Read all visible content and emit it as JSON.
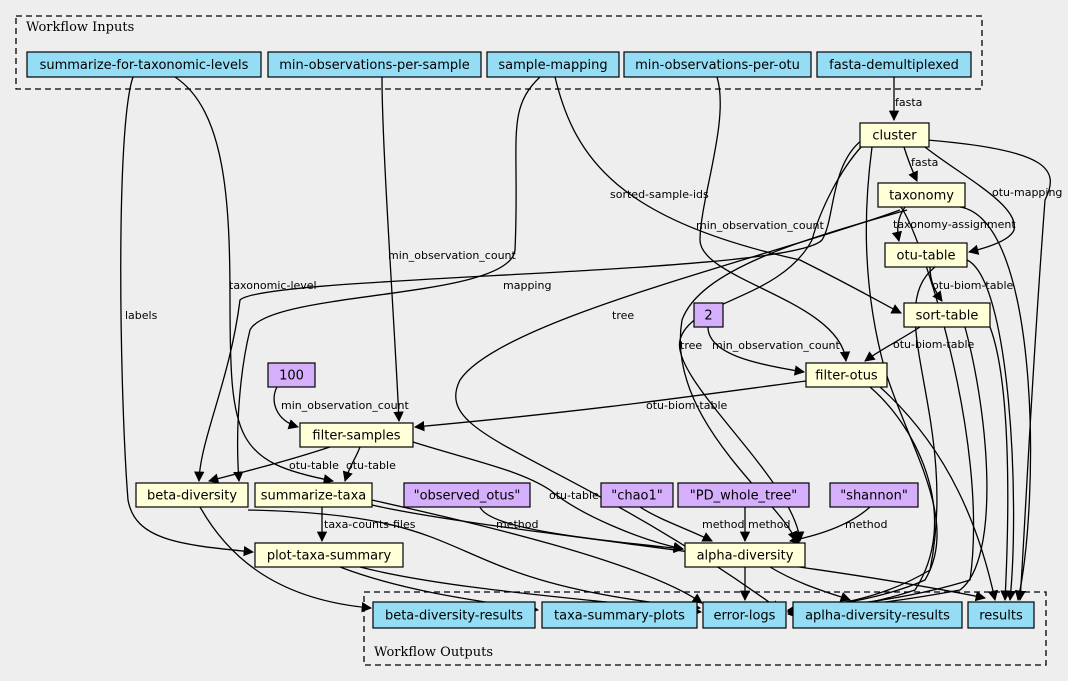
{
  "colors": {
    "background": "#eeeeee",
    "input_output": "#94ddf4",
    "step": "#ffffd8",
    "constant": "#d5aefc"
  },
  "clusters": {
    "inputs": {
      "label": "Workflow Inputs"
    },
    "outputs": {
      "label": "Workflow Outputs"
    }
  },
  "nodes": {
    "summarize_for_taxonomic_levels": {
      "label": "summarize-for-taxonomic-levels",
      "kind": "input"
    },
    "min_observations_per_sample": {
      "label": "min-observations-per-sample",
      "kind": "input"
    },
    "sample_mapping": {
      "label": "sample-mapping",
      "kind": "input"
    },
    "min_observations_per_otu": {
      "label": "min-observations-per-otu",
      "kind": "input"
    },
    "fasta_demultiplexed": {
      "label": "fasta-demultiplexed",
      "kind": "input"
    },
    "cluster": {
      "label": "cluster",
      "kind": "step"
    },
    "taxonomy": {
      "label": "taxonomy",
      "kind": "step"
    },
    "otu_table": {
      "label": "otu-table",
      "kind": "step"
    },
    "sort_table": {
      "label": "sort-table",
      "kind": "step"
    },
    "const_2": {
      "label": "2",
      "kind": "constant"
    },
    "filter_otus": {
      "label": "filter-otus",
      "kind": "step"
    },
    "const_100": {
      "label": "100",
      "kind": "constant"
    },
    "filter_samples": {
      "label": "filter-samples",
      "kind": "step"
    },
    "beta_diversity": {
      "label": "beta-diversity",
      "kind": "step"
    },
    "summarize_taxa": {
      "label": "summarize-taxa",
      "kind": "step"
    },
    "observed_otus": {
      "label": "\"observed_otus\"",
      "kind": "constant"
    },
    "chao1": {
      "label": "\"chao1\"",
      "kind": "constant"
    },
    "pd_whole_tree": {
      "label": "\"PD_whole_tree\"",
      "kind": "constant"
    },
    "shannon": {
      "label": "\"shannon\"",
      "kind": "constant"
    },
    "plot_taxa_summary": {
      "label": "plot-taxa-summary",
      "kind": "step"
    },
    "alpha_diversity": {
      "label": "alpha-diversity",
      "kind": "step"
    },
    "beta_diversity_results": {
      "label": "beta-diversity-results",
      "kind": "output"
    },
    "taxa_summary_plots": {
      "label": "taxa-summary-plots",
      "kind": "output"
    },
    "error_logs": {
      "label": "error-logs",
      "kind": "output"
    },
    "aplha_diversity_results": {
      "label": "aplha-diversity-results",
      "kind": "output"
    },
    "results": {
      "label": "results",
      "kind": "output"
    }
  },
  "edges": [
    {
      "from": "fasta_demultiplexed",
      "to": "cluster",
      "label": "fasta"
    },
    {
      "from": "cluster",
      "to": "taxonomy",
      "label": "fasta"
    },
    {
      "from": "cluster",
      "to": "otu_table",
      "label": "otu-mapping"
    },
    {
      "from": "cluster",
      "to": "beta_diversity",
      "label": ""
    },
    {
      "from": "cluster",
      "to": "alpha_diversity",
      "label": ""
    },
    {
      "from": "cluster",
      "to": "error_logs",
      "label": ""
    },
    {
      "from": "cluster",
      "to": "results",
      "label": ""
    },
    {
      "from": "taxonomy",
      "to": "otu_table",
      "label": "taxonomy-assignment"
    },
    {
      "from": "taxonomy",
      "to": "error_logs",
      "label": ""
    },
    {
      "from": "taxonomy",
      "to": "results",
      "label": ""
    },
    {
      "from": "sample_mapping",
      "to": "sort_table",
      "label": "sorted-sample-ids"
    },
    {
      "from": "sample_mapping",
      "to": "beta_diversity",
      "label": "mapping"
    },
    {
      "from": "min_observations_per_otu",
      "to": "filter_otus",
      "label": "min_observation_count"
    },
    {
      "from": "min_observations_per_sample",
      "to": "filter_samples",
      "label": "min_observation_count"
    },
    {
      "from": "summarize_for_taxonomic_levels",
      "to": "summarize_taxa",
      "label": "taxonomic-level"
    },
    {
      "from": "summarize_for_taxonomic_levels",
      "to": "plot_taxa_summary",
      "label": "labels"
    },
    {
      "from": "otu_table",
      "to": "sort_table",
      "label": "otu-biom-table"
    },
    {
      "from": "otu_table",
      "to": "error_logs",
      "label": ""
    },
    {
      "from": "otu_table",
      "to": "results",
      "label": ""
    },
    {
      "from": "taxonomy",
      "to": "beta_diversity",
      "label": "tree"
    },
    {
      "from": "taxonomy",
      "to": "alpha_diversity",
      "label": "tree"
    },
    {
      "from": "sort_table",
      "to": "filter_otus",
      "label": "otu-biom-table"
    },
    {
      "from": "sort_table",
      "to": "error_logs",
      "label": ""
    },
    {
      "from": "sort_table",
      "to": "results",
      "label": ""
    },
    {
      "from": "const_2",
      "to": "filter_otus",
      "label": "min_observation_count"
    },
    {
      "from": "filter_otus",
      "to": "filter_samples",
      "label": "otu-biom-table"
    },
    {
      "from": "filter_otus",
      "to": "error_logs",
      "label": ""
    },
    {
      "from": "filter_otus",
      "to": "results",
      "label": ""
    },
    {
      "from": "const_100",
      "to": "filter_samples",
      "label": "min_observation_count"
    },
    {
      "from": "filter_samples",
      "to": "beta_diversity",
      "label": "otu-table"
    },
    {
      "from": "filter_samples",
      "to": "summarize_taxa",
      "label": "otu-table"
    },
    {
      "from": "filter_samples",
      "to": "alpha_diversity",
      "label": "otu-table"
    },
    {
      "from": "summarize_taxa",
      "to": "plot_taxa_summary",
      "label": "taxa-counts-files"
    },
    {
      "from": "summarize_taxa",
      "to": "error_logs",
      "label": ""
    },
    {
      "from": "summarize_taxa",
      "to": "results",
      "label": ""
    },
    {
      "from": "beta_diversity",
      "to": "beta_diversity_results",
      "label": ""
    },
    {
      "from": "beta_diversity",
      "to": "error_logs",
      "label": ""
    },
    {
      "from": "observed_otus",
      "to": "alpha_diversity",
      "label": "method"
    },
    {
      "from": "chao1",
      "to": "alpha_diversity",
      "label": "method"
    },
    {
      "from": "pd_whole_tree",
      "to": "alpha_diversity",
      "label": "method"
    },
    {
      "from": "shannon",
      "to": "alpha_diversity",
      "label": "method"
    },
    {
      "from": "plot_taxa_summary",
      "to": "taxa_summary_plots",
      "label": ""
    },
    {
      "from": "plot_taxa_summary",
      "to": "error_logs",
      "label": ""
    },
    {
      "from": "alpha_diversity",
      "to": "error_logs",
      "label": ""
    },
    {
      "from": "alpha_diversity",
      "to": "aplha_diversity_results",
      "label": ""
    }
  ]
}
